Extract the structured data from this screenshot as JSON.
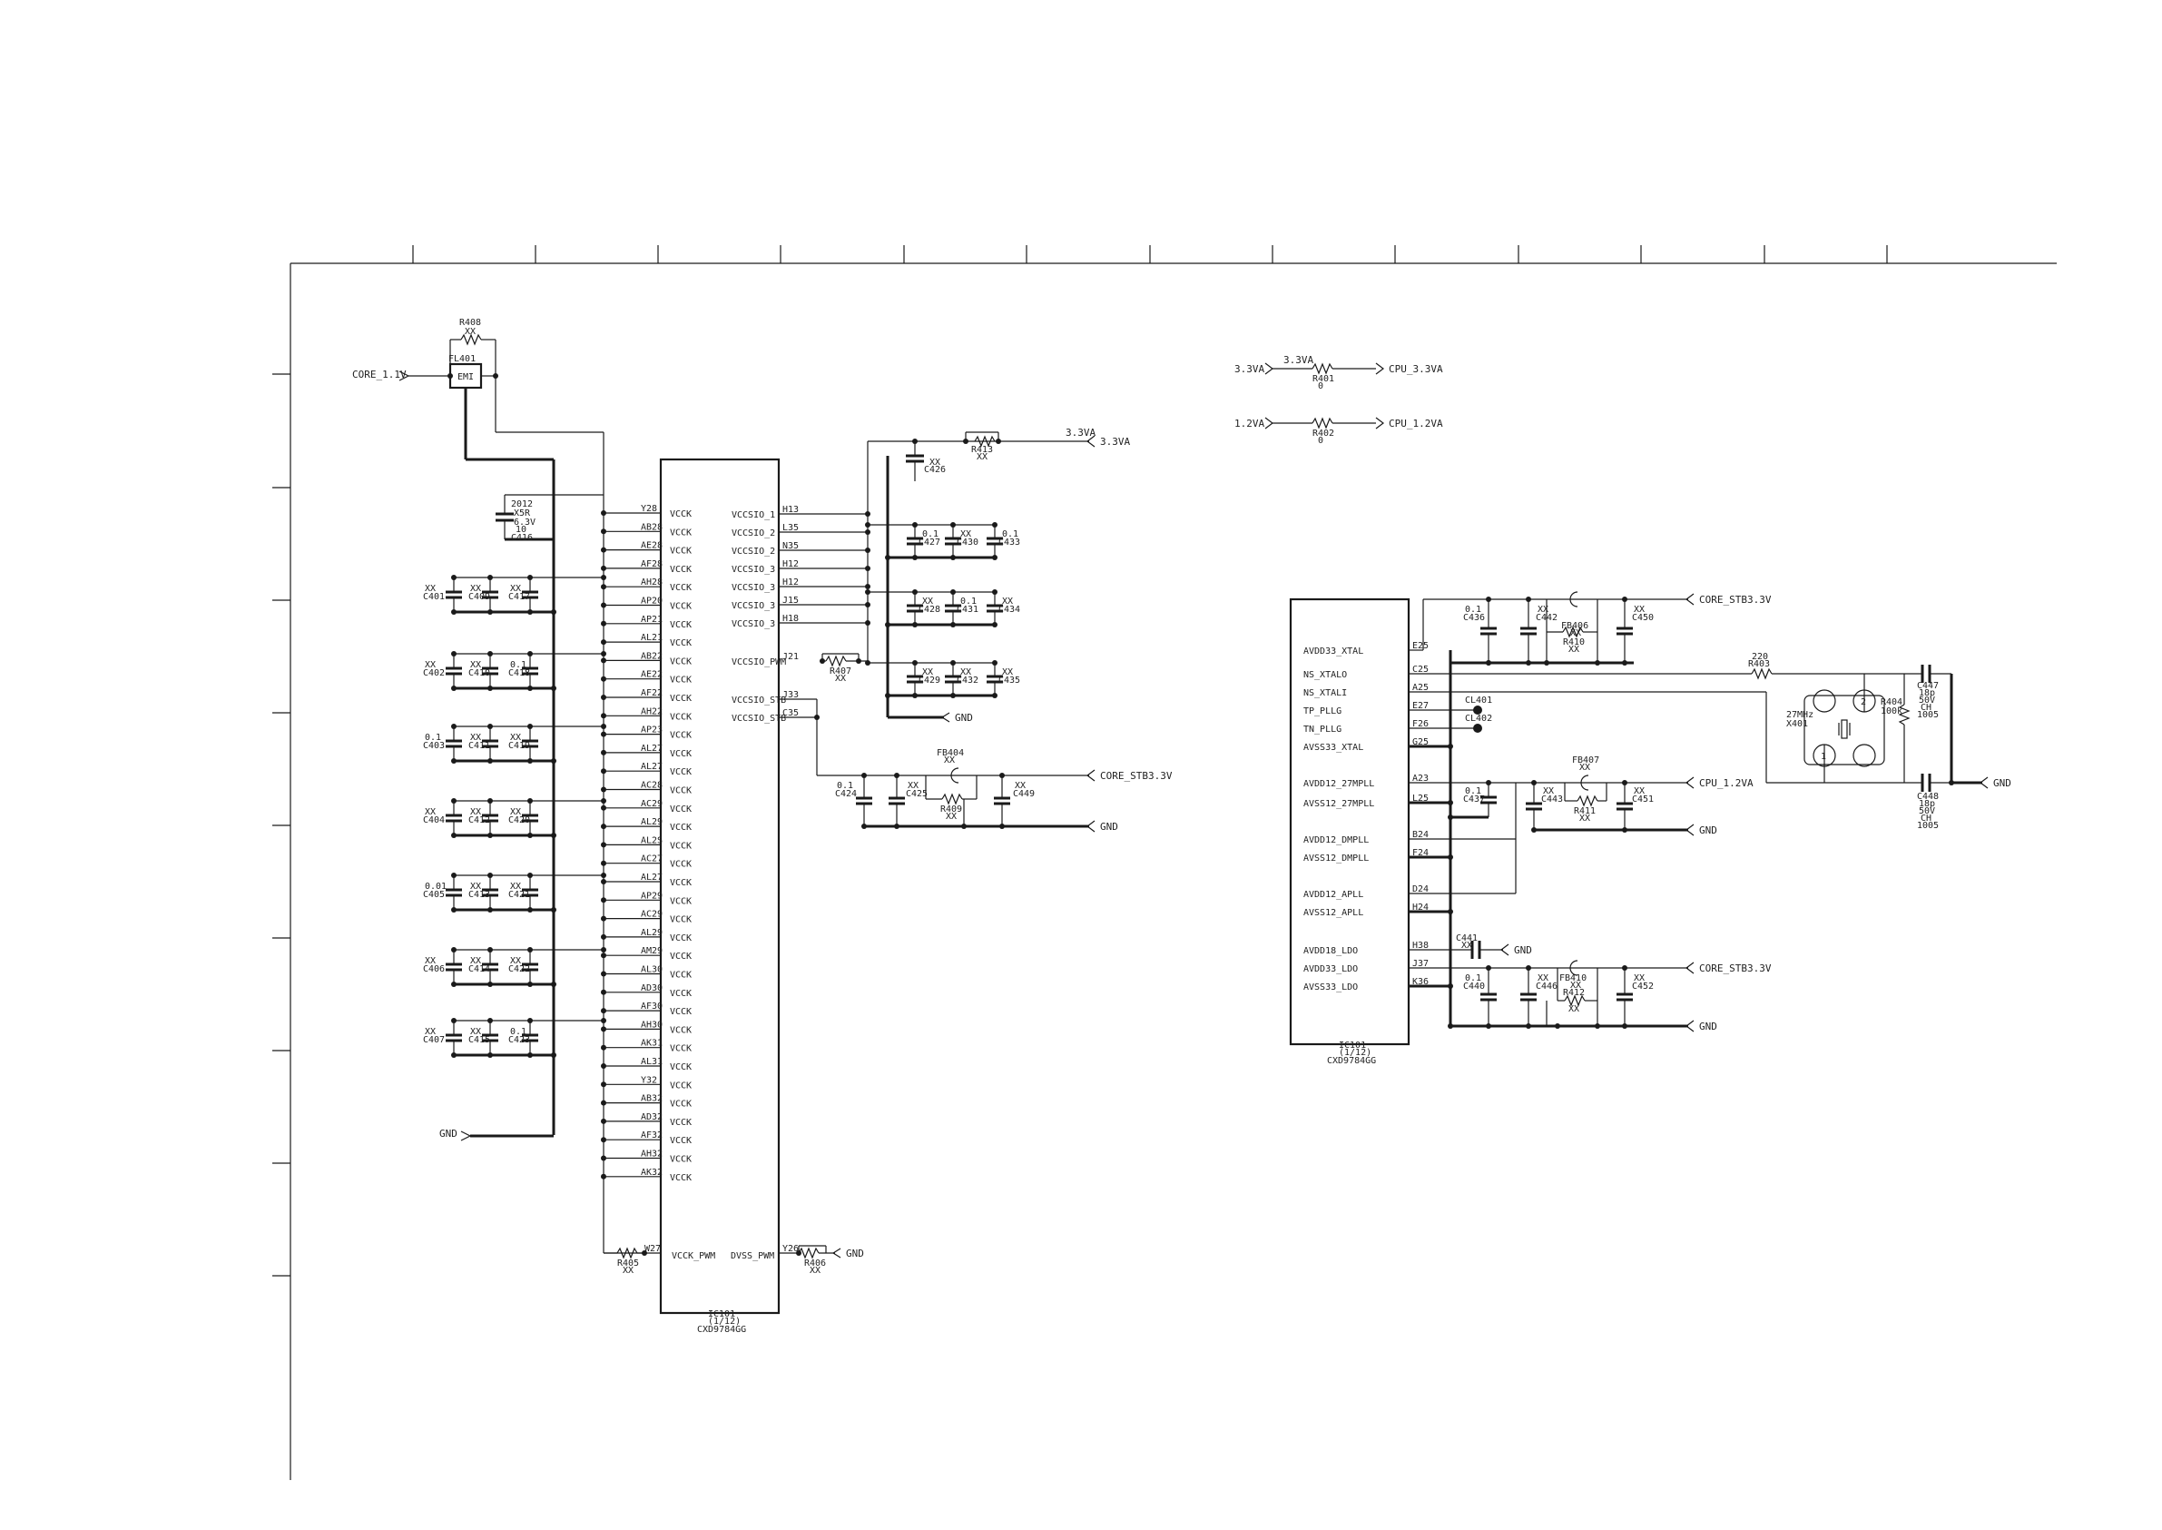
{
  "power_in": {
    "core_1v1": "CORE_1.1V",
    "gnd_left": "GND"
  },
  "emi_filter": {
    "ref": "FL401",
    "body": "EMI",
    "bypass_res_ref": "R408",
    "bypass_res_val": "XX"
  },
  "bulk_cap": {
    "size": "2012",
    "value": "X5R",
    "voltage": "6.3V",
    "mark": "10",
    "ref": "C416"
  },
  "decoupling_caps": [
    {
      "row": [
        {
          "v": "XX",
          "r": "C401"
        },
        {
          "v": "XX",
          "r": "C409"
        },
        {
          "v": "XX",
          "r": "C417"
        }
      ]
    },
    {
      "row": [
        {
          "v": "XX",
          "r": "C402"
        },
        {
          "v": "XX",
          "r": "C410"
        },
        {
          "v": "0.1",
          "r": "C418"
        }
      ]
    },
    {
      "row": [
        {
          "v": "0.1",
          "r": "C403"
        },
        {
          "v": "XX",
          "r": "C411"
        },
        {
          "v": "XX",
          "r": "C419"
        }
      ]
    },
    {
      "row": [
        {
          "v": "XX",
          "r": "C404"
        },
        {
          "v": "XX",
          "r": "C412"
        },
        {
          "v": "XX",
          "r": "C420"
        }
      ]
    },
    {
      "row": [
        {
          "v": "0.01",
          "r": "C405"
        },
        {
          "v": "XX",
          "r": "C413"
        },
        {
          "v": "XX",
          "r": "C421"
        }
      ]
    },
    {
      "row": [
        {
          "v": "XX",
          "r": "C406"
        },
        {
          "v": "XX",
          "r": "C414"
        },
        {
          "v": "XX",
          "r": "C422"
        }
      ]
    },
    {
      "row": [
        {
          "v": "XX",
          "r": "C407"
        },
        {
          "v": "XX",
          "r": "C415"
        },
        {
          "v": "0.1",
          "r": "C423"
        }
      ]
    }
  ],
  "ic_main": {
    "ref": "IC101",
    "sub": "(1/12)",
    "part": "CXD9784GG",
    "vcck_balls": [
      "Y28",
      "AB28",
      "AE28",
      "AF28",
      "AH28",
      "AP20",
      "AP21",
      "AL21",
      "AB22",
      "AE22",
      "AF22",
      "AH22",
      "AP23",
      "AL27",
      "AL27",
      "AC28",
      "AC29",
      "AL29",
      "AL2S",
      "AC27",
      "AL27",
      "AP29",
      "AC29",
      "AL29",
      "AM29",
      "AL30",
      "AD30",
      "AF30",
      "AH30",
      "AK31",
      "AL31",
      "Y32",
      "AB32",
      "AD32",
      "AF32",
      "AH32",
      "AK32"
    ],
    "vcck_name": "VCCK",
    "right_pins": [
      {
        "name": "VCCSIO_1",
        "ball": "H13"
      },
      {
        "name": "VCCSIO_2",
        "ball": "L35"
      },
      {
        "name": "VCCSIO_2",
        "ball": "N35"
      },
      {
        "name": "VCCSIO_3",
        "ball": "H12"
      },
      {
        "name": "VCCSIO_3",
        "ball": "H12"
      },
      {
        "name": "VCCSIO_3",
        "ball": "J15"
      },
      {
        "name": "VCCSIO_3",
        "ball": "H18"
      },
      {
        "name": "VCCSIO_PWM",
        "ball": "J21"
      },
      {
        "name": "VCCSIO_STB",
        "ball": "J33"
      },
      {
        "name": "VCCSIO_STB",
        "ball": "C35"
      }
    ],
    "vcck_pwm": {
      "name": "VCCK_PWM",
      "ball": "W27"
    },
    "dvss_pwm": {
      "name": "DVSS_PWM",
      "ball": "Y26"
    },
    "r405": {
      "ref": "R405",
      "val": "XX"
    },
    "r406": {
      "ref": "R406",
      "val": "XX"
    },
    "gnd_r406": "GND"
  },
  "sio_power": {
    "rail": "3.3VA",
    "rail_label": "3.3VA",
    "r413": {
      "ref": "R413",
      "val": "XX"
    },
    "c426": {
      "ref": "C426",
      "val": "XX"
    },
    "caps_row1": [
      {
        "v": "0.1",
        "r": "C427"
      },
      {
        "v": "XX",
        "r": "C430"
      },
      {
        "v": "0.1",
        "r": "C433"
      }
    ],
    "caps_row2": [
      {
        "v": "XX",
        "r": "C428"
      },
      {
        "v": "0.1",
        "r": "C431"
      },
      {
        "v": "XX",
        "r": "C434"
      }
    ],
    "caps_row3": [
      {
        "v": "XX",
        "r": "C429"
      },
      {
        "v": "XX",
        "r": "C432"
      },
      {
        "v": "XX",
        "r": "C435"
      }
    ],
    "r407": {
      "ref": "R407",
      "val": "XX"
    },
    "gnd": "GND"
  },
  "stb_filter": {
    "ferrite": {
      "ref": "FB404",
      "val": "XX"
    },
    "c424": {
      "v": "0.1",
      "r": "C424"
    },
    "c425": {
      "v": "XX",
      "r": "C425"
    },
    "r409": {
      "ref": "R409",
      "val": "XX"
    },
    "c449": {
      "v": "XX",
      "r": "C449"
    },
    "rail": "CORE_STB3.3V",
    "gnd": "GND"
  },
  "links": [
    {
      "from": "3.3VA",
      "label": "3.3VA",
      "res": "R401",
      "val": "0",
      "to": "CPU_3.3VA"
    },
    {
      "from": "1.2VA",
      "label": "",
      "res": "R402",
      "val": "0",
      "to": "CPU_1.2VA"
    }
  ],
  "ic_pll": {
    "ref": "IC101",
    "sub": "(1/12)",
    "part": "CXD9784GG",
    "pins": [
      {
        "name": "AVDD33_XTAL",
        "ball": "E25"
      },
      {
        "name": "NS_XTALO",
        "ball": "C25"
      },
      {
        "name": "NS_XTALI",
        "ball": "A25"
      },
      {
        "name": "TP_PLLG",
        "ball": "E27"
      },
      {
        "name": "TN_PLLG",
        "ball": "F26"
      },
      {
        "name": "AVSS33_XTAL",
        "ball": "G25"
      },
      {
        "name": "AVDD12_27MPLL",
        "ball": "A23"
      },
      {
        "name": "AVSS12_27MPLL",
        "ball": "L25"
      },
      {
        "name": "AVDD12_DMPLL",
        "ball": "B24"
      },
      {
        "name": "AVSS12_DMPLL",
        "ball": "F24"
      },
      {
        "name": "AVDD12_APLL",
        "ball": "D24"
      },
      {
        "name": "AVSS12_APLL",
        "ball": "H24"
      },
      {
        "name": "AVDD18_LDO",
        "ball": "H38"
      },
      {
        "name": "AVDD33_LDO",
        "ball": "J37"
      },
      {
        "name": "AVSS33_LDO",
        "ball": "K36"
      }
    ],
    "cl401": "CL401",
    "cl402": "CL402"
  },
  "xtal_section": {
    "c436": {
      "v": "0.1",
      "r": "C436"
    },
    "c442": {
      "v": "XX",
      "r": "C442"
    },
    "fb406": {
      "ref": "FB406",
      "val": "XX"
    },
    "r410": {
      "ref": "R410",
      "val": "XX"
    },
    "c450": {
      "v": "XX",
      "r": "C450"
    },
    "rail": "CORE_STB3.3V",
    "r403": {
      "ref": "R403",
      "val": "220"
    },
    "r404": {
      "ref": "R404",
      "val": "100k"
    },
    "xtal": {
      "ref": "X401",
      "val": "27MHz"
    },
    "c447": {
      "ref": "C447",
      "l1": "18p",
      "l2": "50V",
      "l3": "CH",
      "l4": "1005"
    },
    "c448": {
      "ref": "C448",
      "l1": "18p",
      "l2": "50V",
      "l3": "CH",
      "l4": "1005"
    },
    "gnd": "GND",
    "pin1": "1",
    "pin2": "2"
  },
  "pll_section": {
    "c437": {
      "v": "0.1",
      "r": "C437"
    },
    "c443": {
      "v": "XX",
      "r": "C443"
    },
    "fb407": {
      "ref": "FB407",
      "val": "XX"
    },
    "r411": {
      "ref": "R411",
      "val": "XX"
    },
    "c451": {
      "v": "XX",
      "r": "C451"
    },
    "rail": "CPU_1.2VA",
    "gnd": "GND"
  },
  "ldo_section": {
    "c441": {
      "v": "XX",
      "r": "C441"
    },
    "gnd_c441": "GND",
    "c440": {
      "v": "0.1",
      "r": "C440"
    },
    "c446": {
      "v": "XX",
      "r": "C446"
    },
    "fb410": {
      "ref": "FB410",
      "val": "XX"
    },
    "r412": {
      "ref": "R412",
      "val": "XX"
    },
    "c452": {
      "v": "XX",
      "r": "C452"
    },
    "rail": "CORE_STB3.3V",
    "gnd": "GND"
  }
}
